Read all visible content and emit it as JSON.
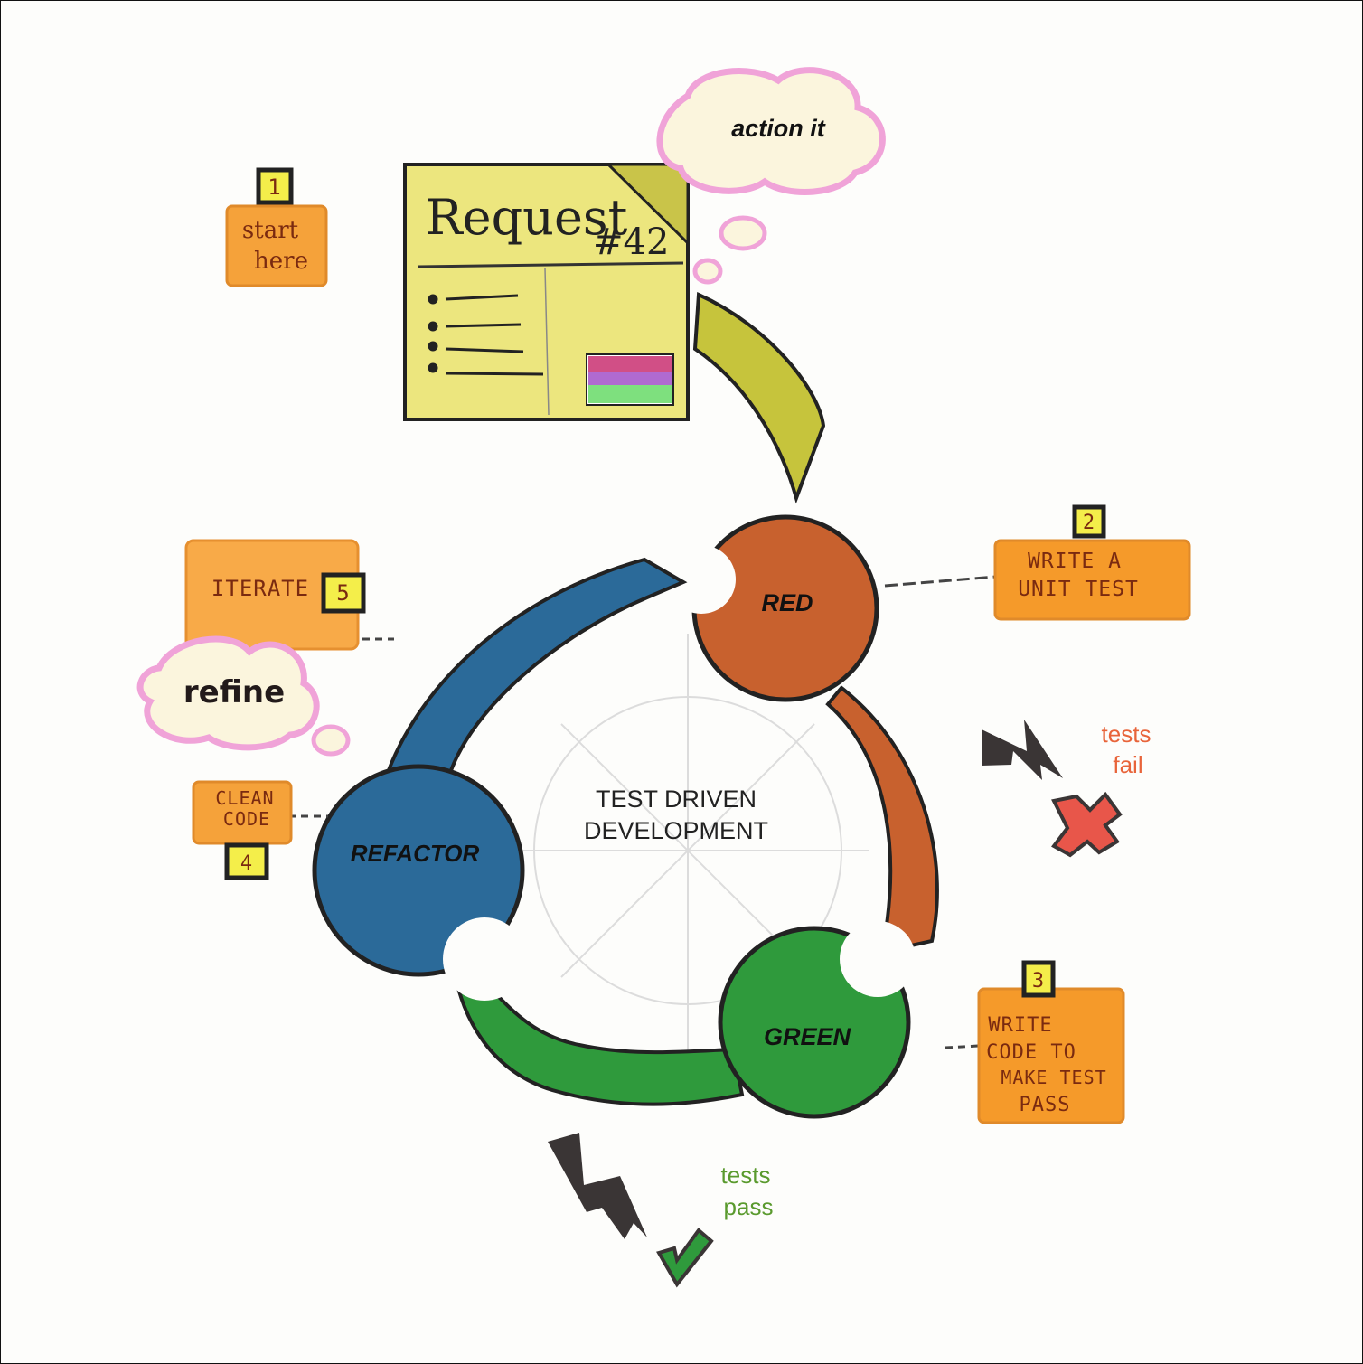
{
  "cloud_top": "action it",
  "cloud_left": "refine",
  "ticket": {
    "title": "Request",
    "number": "#42"
  },
  "steps": {
    "s1": {
      "num": "1",
      "label1": "start",
      "label2": "here"
    },
    "s2": {
      "num": "2",
      "label1": "WRITE A",
      "label2": "UNIT TEST"
    },
    "s3": {
      "num": "3",
      "label1": "WRITE",
      "label2": "CODE TO",
      "label3": "MAKE TEST",
      "label4": "PASS"
    },
    "s4": {
      "num": "4",
      "label1": "CLEAN",
      "label2": "CODE"
    },
    "s5": {
      "num": "5",
      "label1": "ITERATE"
    }
  },
  "stages": {
    "red": "RED",
    "green": "GREEN",
    "refactor": "REFACTOR"
  },
  "center": {
    "line1": "TEST DRIVEN",
    "line2": "DEVELOPMENT"
  },
  "fail_status": {
    "line1": "tests",
    "line2": "fail"
  },
  "pass_status": {
    "line1": "tests",
    "line2": "pass"
  },
  "colors": {
    "red": "#c8612e",
    "green": "#2f9a3c",
    "blue": "#2b6a99",
    "orange_note": "#f59a2a",
    "sticky": "#ece67e",
    "fail_text": "#e8643a",
    "pass_text": "#5a9a2e"
  }
}
